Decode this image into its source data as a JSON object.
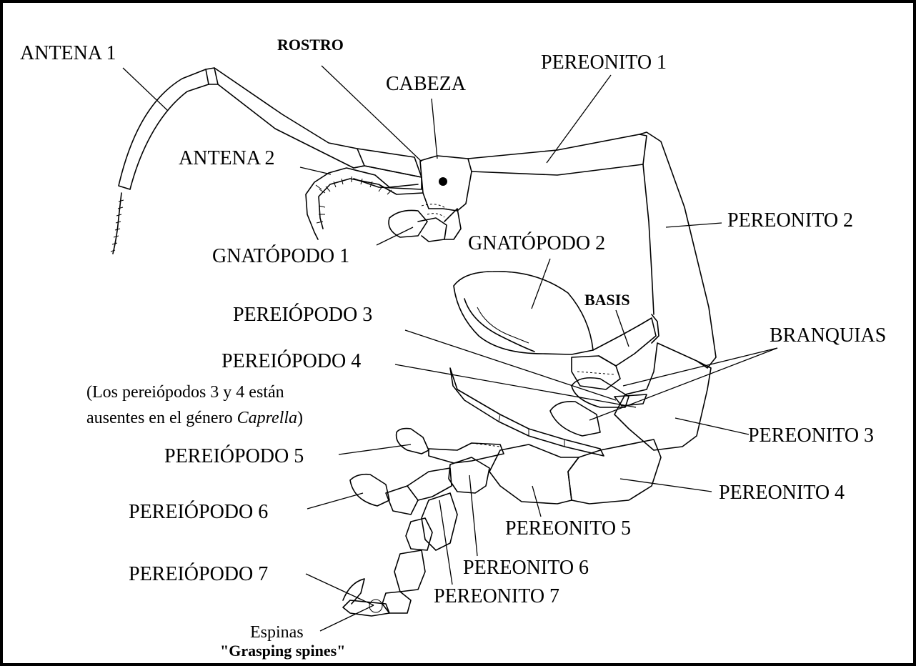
{
  "labels": {
    "antena1": "ANTENA 1",
    "rostro": "ROSTRO",
    "cabeza": "CABEZA",
    "pereonito1": "PEREONITO 1",
    "antena2": "ANTENA 2",
    "pereonito2": "PEREONITO 2",
    "gnatopodo1": "GNATÓPODO 1",
    "gnatopodo2": "GNATÓPODO 2",
    "basis": "BASIS",
    "pereiopodo3": "PEREIÓPODO 3",
    "branquias": "BRANQUIAS",
    "pereiopodo4": "PEREIÓPODO 4",
    "note_line1": "(Los pereiópodos 3 y 4 están",
    "note_line2_a": "ausentes en el género ",
    "note_line2_b": "Caprella",
    "note_line2_c": ")",
    "pereonito3": "PEREONITO 3",
    "pereiopodo5": "PEREIÓPODO 5",
    "pereonito4": "PEREONITO 4",
    "pereiopodo6": "PEREIÓPODO 6",
    "pereonito5": "PEREONITO 5",
    "pereiopodo7": "PEREIÓPODO 7",
    "pereonito6": "PEREONITO 6",
    "pereonito7": "PEREONITO 7",
    "espinas": "Espinas",
    "grasping": "\"Grasping spines\""
  },
  "colors": {
    "ink": "#000000",
    "background": "#ffffff"
  }
}
